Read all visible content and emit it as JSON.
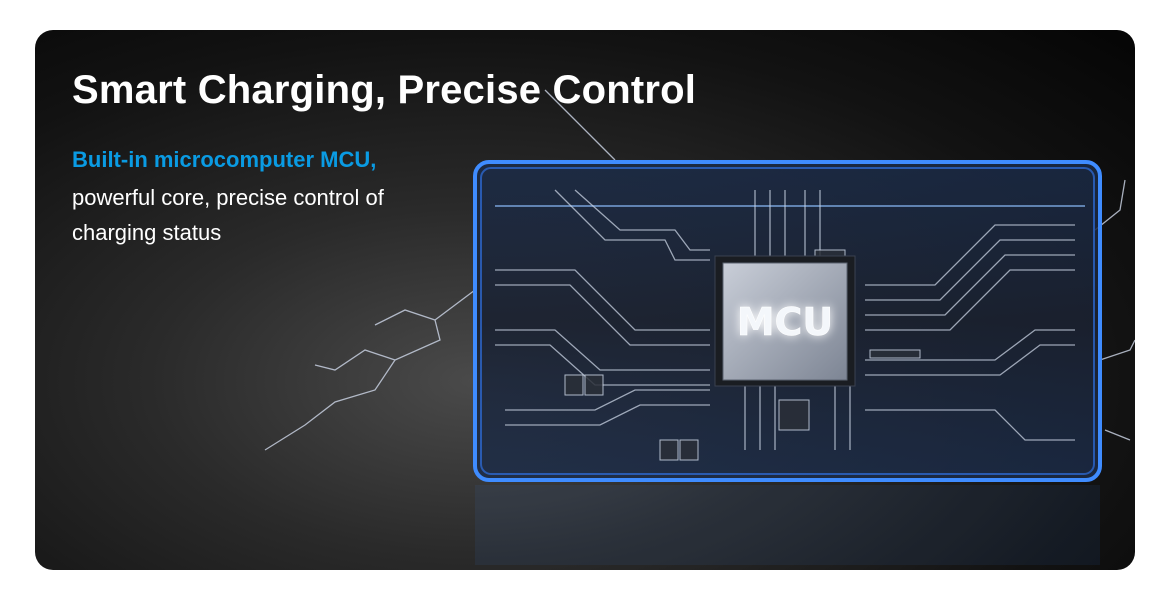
{
  "headline": "Smart Charging, Precise Control",
  "highlight": "Built-in microcomputer MCU,",
  "description": "powerful core, precise control of charging status",
  "chip_label": "MCU",
  "colors": {
    "accent": "#0a9be3",
    "glow": "#3f8cff",
    "background": "#111111"
  }
}
